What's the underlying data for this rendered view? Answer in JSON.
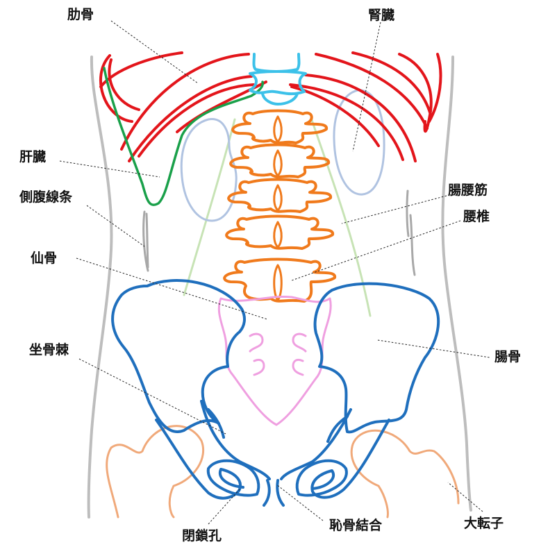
{
  "colors": {
    "rib": "#e3151b",
    "liver": "#1aa04a",
    "kidney": "#b0c3e1",
    "psoas": "#c7e3b5",
    "lumbar": "#f07a1c",
    "thoracic": "#3cc1e9",
    "sacrum": "#ef9fe0",
    "pelvis": "#1f6fbd",
    "femur": "#f0a97a",
    "body_outline": "#bdbdbd",
    "linea": "#a8a8a8"
  },
  "labels": {
    "rib": "肋骨",
    "kidney": "腎臓",
    "liver": "肝臓",
    "linea_semilunaris": "側腹線条",
    "psoas": "腸腰筋",
    "lumbar": "腰椎",
    "sacrum": "仙骨",
    "ischial_spine": "坐骨棘",
    "ilium": "腸骨",
    "obturator_foramen": "閉鎖孔",
    "pubic_symphysis": "恥骨結合",
    "greater_trochanter": "大転子"
  }
}
